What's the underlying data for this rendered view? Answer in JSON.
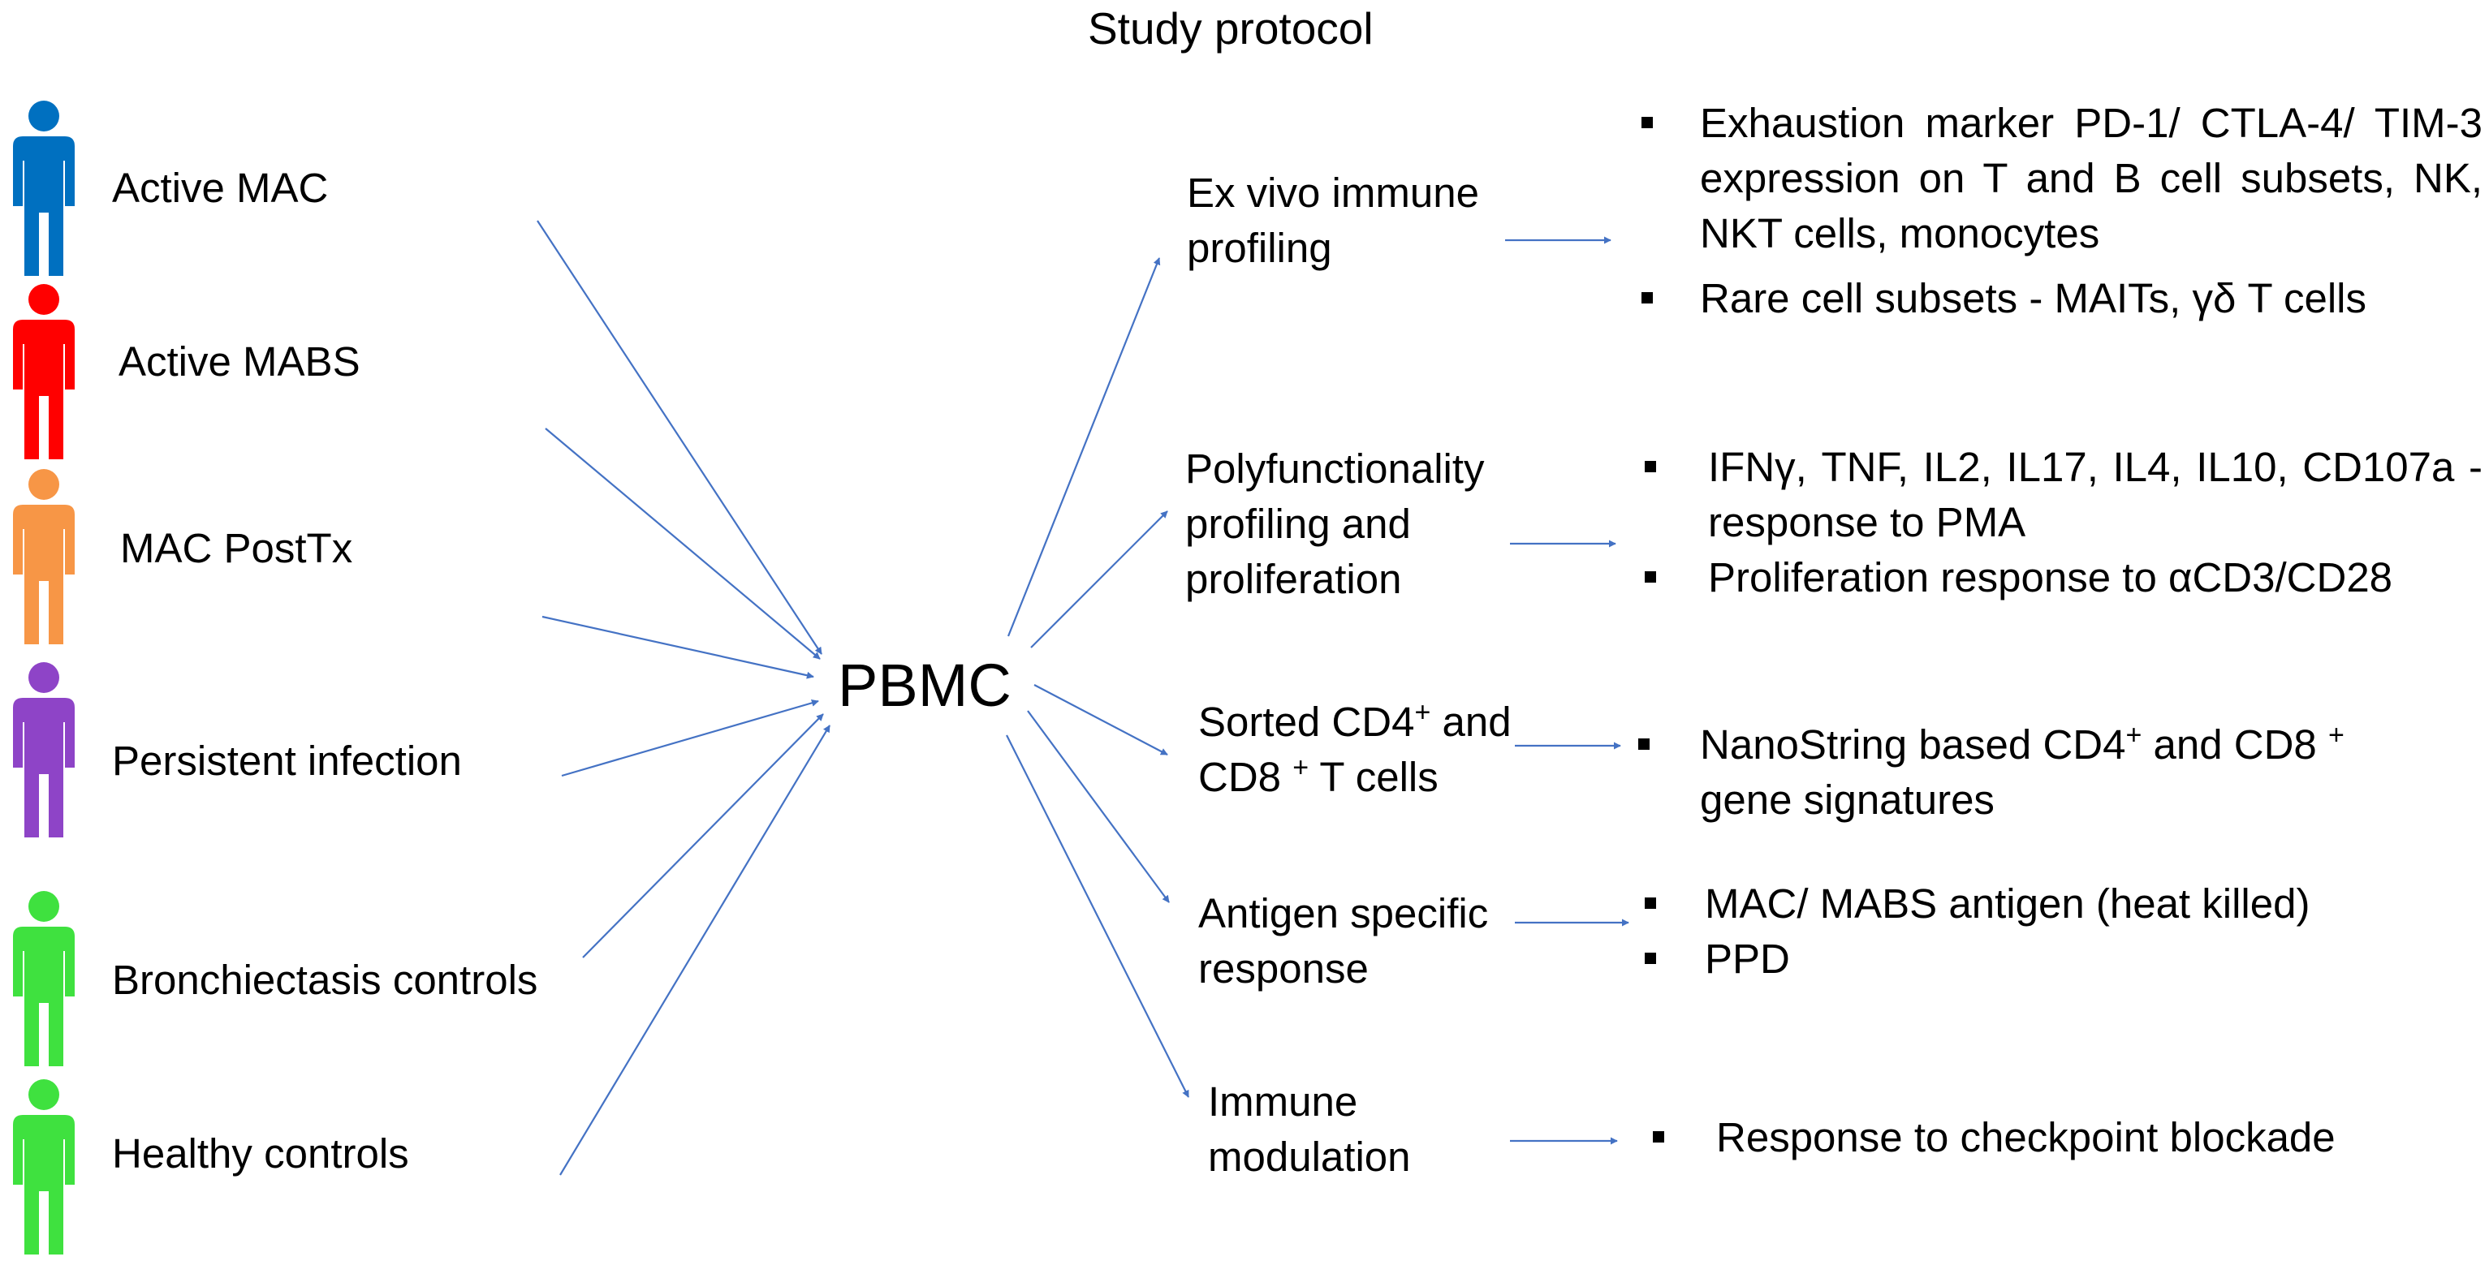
{
  "title": "Study protocol",
  "center_label": "PBMC",
  "colors": {
    "arrow": "#4472C4",
    "active_mac": "#0070C0",
    "active_mabs": "#FF0000",
    "mac_posttx": "#F79646",
    "persistent": "#8E44C7",
    "bronchiectasis": "#3FE13F",
    "healthy": "#3FE13F"
  },
  "cohorts": [
    {
      "label": "Active MAC",
      "icon": "person-icon",
      "color": "#0070C0"
    },
    {
      "label": "Active MABS",
      "icon": "person-icon",
      "color": "#FF0000"
    },
    {
      "label": "MAC PostTx",
      "icon": "person-icon",
      "color": "#F79646"
    },
    {
      "label": "Persistent infection",
      "icon": "person-icon",
      "color": "#8E44C7"
    },
    {
      "label": "Bronchiectasis controls",
      "icon": "person-icon",
      "color": "#3FE13F"
    },
    {
      "label": "Healthy controls",
      "icon": "person-icon",
      "color": "#3FE13F"
    }
  ],
  "assays": [
    {
      "label_lines": [
        "Ex vivo immune",
        "profiling"
      ],
      "details": [
        "Exhaustion marker PD-1/ CTLA-4/ TIM-3 expression on T and B cell subsets, NK, NKT cells, monocytes",
        "Rare cell subsets - MAITs, γδ T cells"
      ]
    },
    {
      "label_lines": [
        "Polyfunctionality",
        "profiling and",
        "proliferation"
      ],
      "details": [
        "IFNγ, TNF, IL2, IL17, IL4, IL10, CD107a  - response to PMA",
        "Proliferation response to αCD3/CD28"
      ]
    },
    {
      "label_lines": [
        "Sorted CD4",
        "and",
        "CD8",
        "T cells"
      ],
      "superscripts": [
        "+",
        "+"
      ],
      "details": [
        {
          "parts": [
            "NanoString based CD4",
            "+",
            " and CD8 ",
            "+"
          ],
          "line2": "gene signatures"
        }
      ]
    },
    {
      "label_lines": [
        "Antigen specific",
        "response"
      ],
      "details": [
        "MAC/ MABS antigen (heat killed)",
        "PPD"
      ]
    },
    {
      "label_lines": [
        "Immune",
        "modulation"
      ],
      "details": [
        "Response to checkpoint blockade"
      ]
    }
  ]
}
